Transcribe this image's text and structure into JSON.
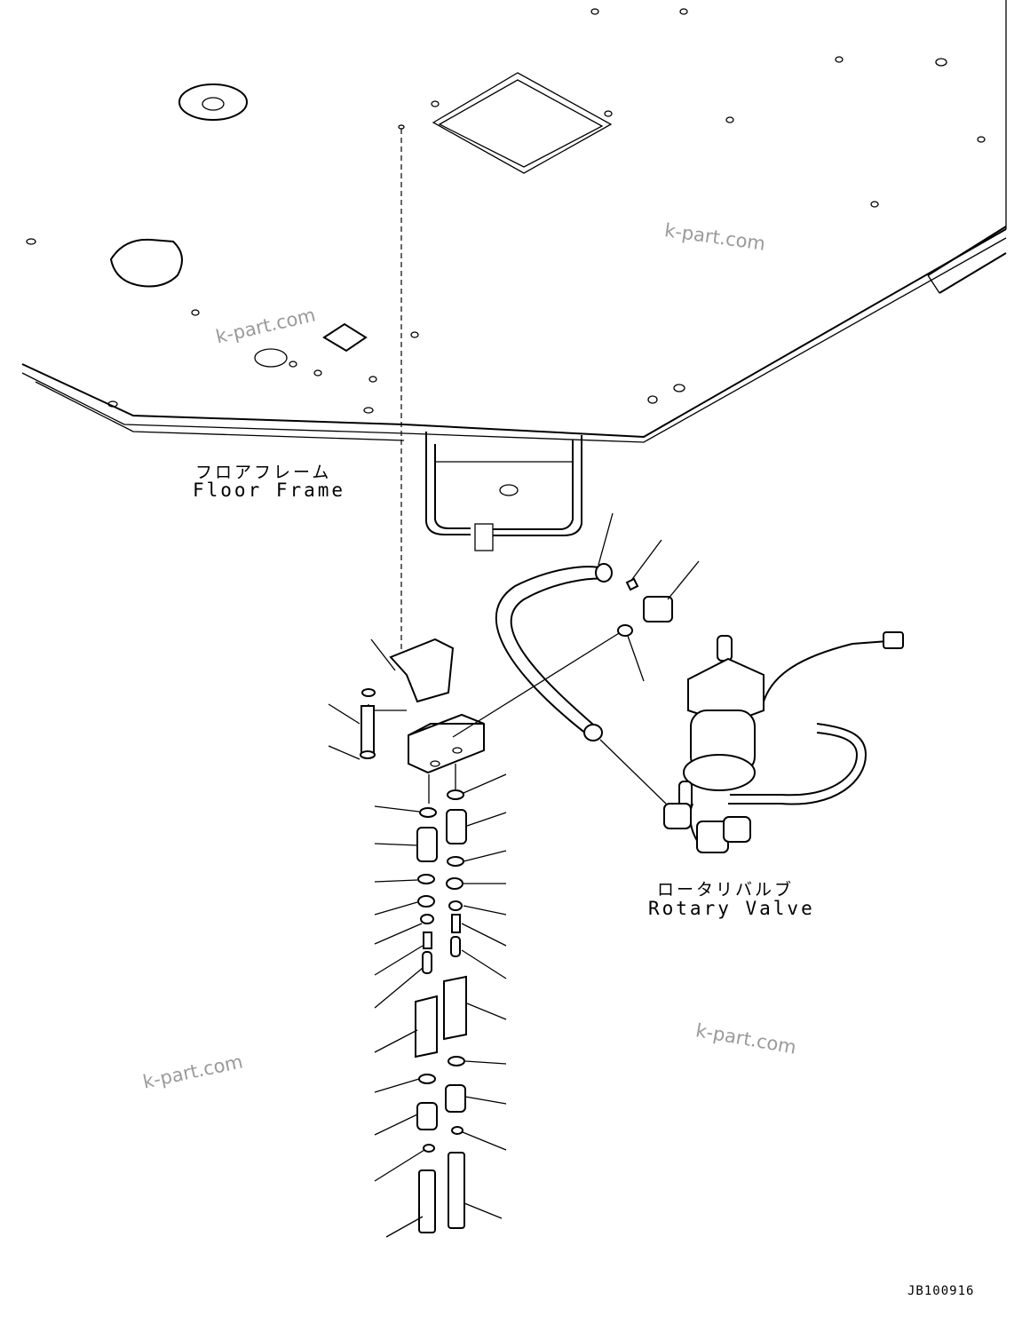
{
  "labels": {
    "floor_frame_ja": "フロアフレーム",
    "floor_frame_en": "Floor Frame",
    "rotary_valve_ja": "ロータリバルブ",
    "rotary_valve_en": "Rotary Valve"
  },
  "watermarks": [
    "k-part.com",
    "k-part.com",
    "k-part.com",
    "k-part.com"
  ],
  "drawing_code": "JB100916"
}
